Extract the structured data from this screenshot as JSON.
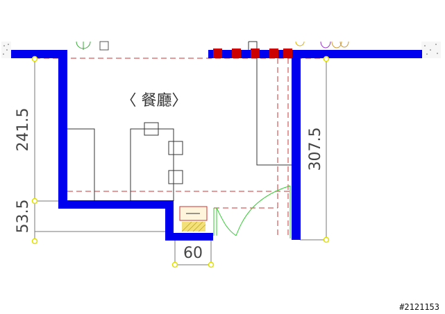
{
  "room_label": "〈 餐廳〉",
  "dimensions": {
    "left_upper": "241.5",
    "left_lower": "53.5",
    "bottom": "60",
    "right": "307.5"
  },
  "watermark": "#2121153",
  "colors": {
    "wall": "#0000ee",
    "red_block": "#cc0000",
    "door": "#33cc33",
    "dim_point": "#e0e000",
    "dashed": "#cc3333",
    "hatch": "#e8d44a"
  }
}
